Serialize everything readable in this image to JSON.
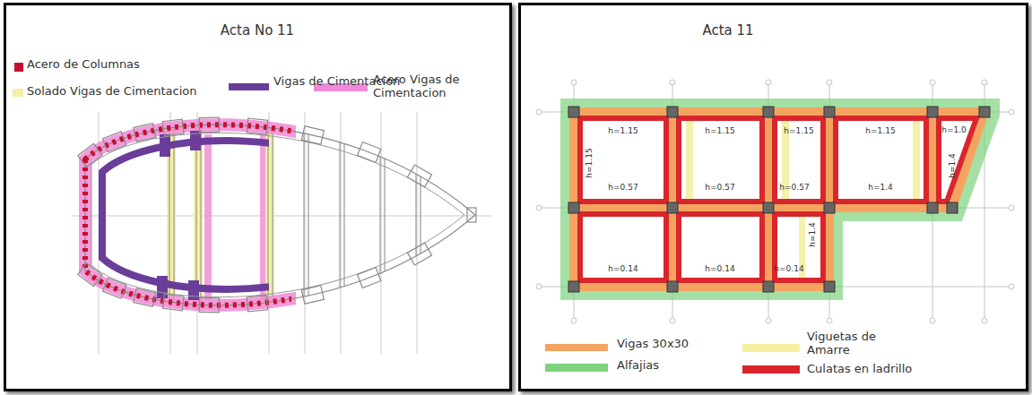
{
  "diagram": {
    "labels": [
      "Acta No 11",
      "Acta 11",
      "h=1.15",
      "h=1.15",
      "h=1.15",
      "h=1.15",
      "h=1.0",
      "h=1.15",
      "h=1.4",
      "h=0.57",
      "h=0.57",
      "h=0.57",
      "h=1.4",
      "h=0.14",
      "h=0.14",
      "h=0.14",
      "h=1.4"
    ],
    "legend": [
      {
        "text": "Acero de Columnas",
        "color": "#c8102e"
      },
      {
        "text": "Vigas de Cimentacion",
        "color": "#6a3d9a"
      },
      {
        "text": "Solado Vigas de Cimentacion",
        "color": "#f3efa6"
      },
      {
        "text": "Acero Vigas de Cimentacion",
        "color": "#f08ad6"
      },
      {
        "text": "Vigas 30x30",
        "color": "#f4a460"
      },
      {
        "text": "Viguetas de Amarre",
        "color": "#f5f0a0"
      },
      {
        "text": "Alfajias",
        "color": "#7ed37e"
      },
      {
        "text": "Culatas en ladrillo",
        "color": "#d9262c"
      }
    ]
  }
}
